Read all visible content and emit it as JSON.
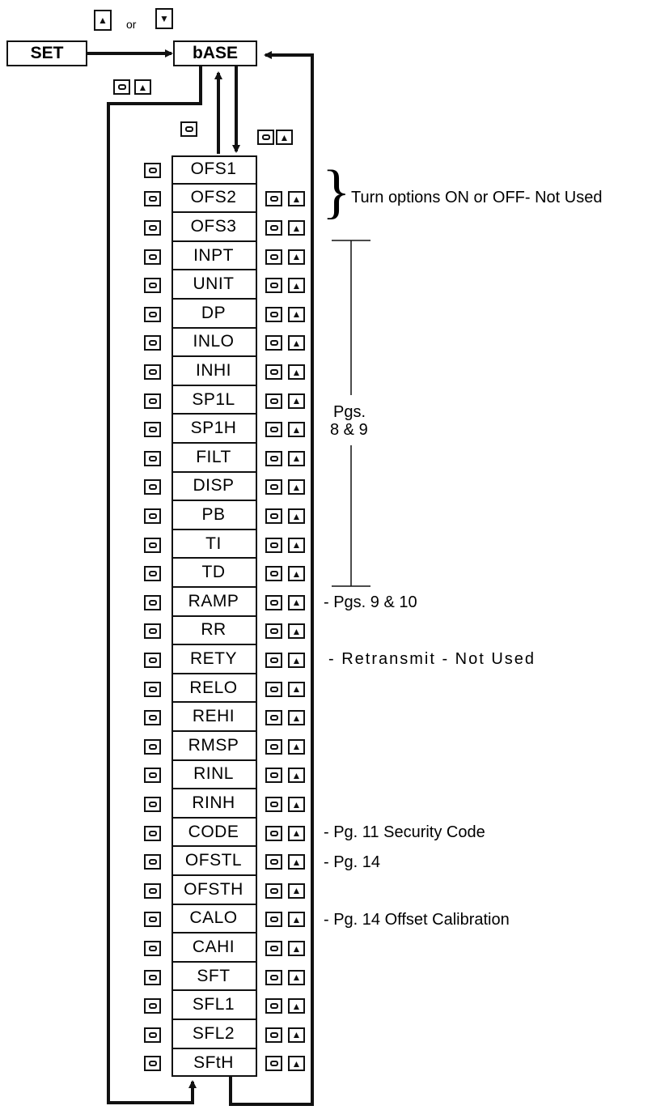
{
  "header": {
    "set_label": "SET",
    "base_label": "bASE",
    "or_label": "or"
  },
  "icons": {
    "up": "up-arrow-key-icon",
    "down": "down-arrow-key-icon",
    "cycle": "cycle-key-icon"
  },
  "menu": {
    "items": [
      {
        "label": "OFS1"
      },
      {
        "label": "OFS2"
      },
      {
        "label": "OFS3"
      },
      {
        "label": "INPT"
      },
      {
        "label": "UNIT"
      },
      {
        "label": "DP"
      },
      {
        "label": "INLO"
      },
      {
        "label": "INHI"
      },
      {
        "label": "SP1L"
      },
      {
        "label": "SP1H"
      },
      {
        "label": "FILT"
      },
      {
        "label": "DISP"
      },
      {
        "label": "PB"
      },
      {
        "label": "TI"
      },
      {
        "label": "TD"
      },
      {
        "label": "RAMP"
      },
      {
        "label": "RR"
      },
      {
        "label": "RETY"
      },
      {
        "label": "RELO"
      },
      {
        "label": "REHI"
      },
      {
        "label": "RMSP"
      },
      {
        "label": "RINL"
      },
      {
        "label": "RINH"
      },
      {
        "label": "CODE"
      },
      {
        "label": "OFSTL"
      },
      {
        "label": "OFSTH"
      },
      {
        "label": "CALO"
      },
      {
        "label": "CAHI"
      },
      {
        "label": "SFT"
      },
      {
        "label": "SFL1"
      },
      {
        "label": "SFL2"
      },
      {
        "label": "SFtH"
      }
    ]
  },
  "notes": {
    "ofs_note": "Turn options ON or OFF- Not Used",
    "pgs_8_9_line1": "Pgs.",
    "pgs_8_9_line2": "8 & 9",
    "ramp_note": "- Pgs. 9 & 10",
    "rety_note": "- Retransmit - Not Used",
    "code_note": "- Pg. 11 Security Code",
    "ofstl_note": "- Pg. 14",
    "calo_note": "- Pg. 14 Offset Calibration"
  }
}
